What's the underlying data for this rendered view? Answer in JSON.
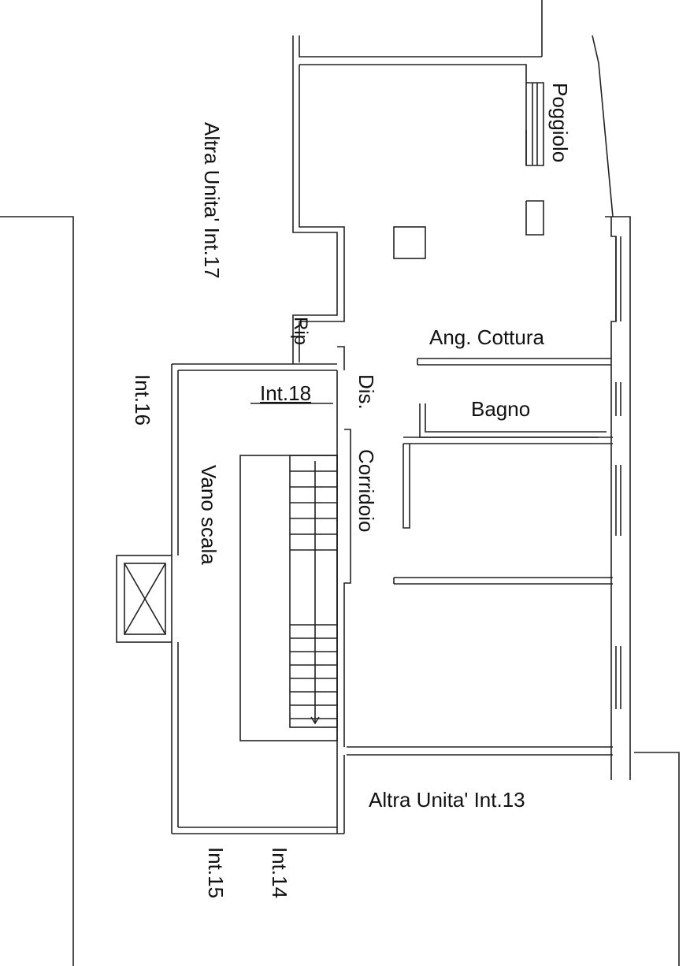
{
  "labels": {
    "poggiolo": "Poggiolo",
    "altra_unita_17": "Altra Unita' Int.17",
    "ang_cottura": "Ang. Cottura",
    "rip": "Rip",
    "int18": "Int.18",
    "dis": "Dis.",
    "bagno": "Bagno",
    "int16": "Int.16",
    "vano_scala": "Vano scala",
    "corridoio": "Corridoio",
    "altra_unita_13": "Altra Unita' Int.13",
    "int15": "Int.15",
    "int14": "Int.14"
  }
}
